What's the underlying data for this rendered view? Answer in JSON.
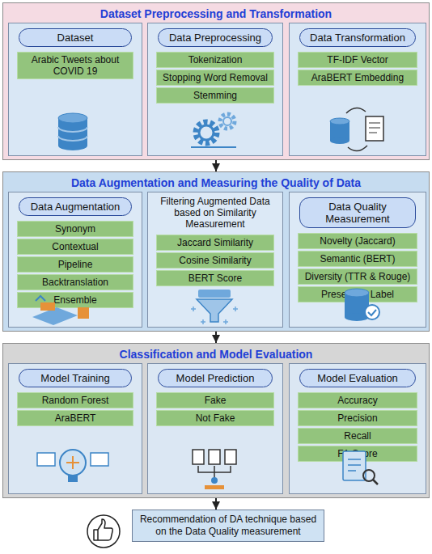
{
  "diagram": {
    "nodes": [
      {
        "text": [
          "Dataset Preprocessing and Transformation"
        ]
      },
      {
        "text": [
          "Dataset"
        ],
        "in": 0
      },
      {
        "text": [
          "Arabic Tweets about COVID 19"
        ],
        "in": 1
      },
      {
        "text": [
          "Data Preprocessing"
        ],
        "in": 0
      },
      {
        "text": [
          "Tokenization"
        ],
        "in": 3
      },
      {
        "text": [
          "Stopping Word Removal"
        ],
        "in": 3
      },
      {
        "text": [
          "Stemming"
        ],
        "in": 3
      },
      {
        "text": [
          "Data Transformation"
        ],
        "in": 0
      },
      {
        "text": [
          "TF-IDF Vector"
        ],
        "in": 7
      },
      {
        "text": [
          "AraBERT Embedding"
        ],
        "in": 7
      },
      {
        "text": [
          "Data Augmentation and Measuring the Quality of Data"
        ]
      },
      {
        "text": [
          "Data Augmentation"
        ],
        "in": 10
      },
      {
        "text": [
          "Synonym"
        ],
        "in": 11
      },
      {
        "text": [
          "Contextual"
        ],
        "in": 11
      },
      {
        "text": [
          "Pipeline"
        ],
        "in": 11
      },
      {
        "text": [
          "Backtranslation"
        ],
        "in": 11
      },
      {
        "text": [
          "Ensemble"
        ],
        "in": 11
      },
      {
        "text": [
          "Filtering Augmented Data based on Similarity Measurement"
        ],
        "in": 10
      },
      {
        "text": [
          "Jaccard Similarity"
        ],
        "in": 17
      },
      {
        "text": [
          "Cosine Similarity"
        ],
        "in": 17
      },
      {
        "text": [
          "BERT Score"
        ],
        "in": 17
      },
      {
        "text": [
          "Data Quality Measurement"
        ],
        "in": 10
      },
      {
        "text": [
          "Novelty (Jaccard)"
        ],
        "in": 21
      },
      {
        "text": [
          "Semantic (BERT)"
        ],
        "in": 21
      },
      {
        "text": [
          "Diversity (TTR & Rouge)"
        ],
        "in": 21
      },
      {
        "text": [
          "Preserving Label"
        ],
        "in": 21
      },
      {
        "text": [
          "Classification and Model Evaluation"
        ]
      },
      {
        "text": [
          "Model Training"
        ],
        "in": 26
      },
      {
        "text": [
          "Random Forest"
        ],
        "in": 27
      },
      {
        "text": [
          "AraBERT"
        ],
        "in": 27
      },
      {
        "text": [
          "Model Prediction"
        ],
        "in": 26
      },
      {
        "text": [
          "Fake"
        ],
        "in": 30
      },
      {
        "text": [
          "Not Fake"
        ],
        "in": 30
      },
      {
        "text": [
          "Model Evaluation"
        ],
        "in": 26
      },
      {
        "text": [
          "Accuracy"
        ],
        "in": 33
      },
      {
        "text": [
          "Precision"
        ],
        "in": 33
      },
      {
        "text": [
          "Recall"
        ],
        "in": 33
      },
      {
        "text": [
          "F1-Score"
        ],
        "in": 33
      },
      {
        "text": [
          "Recommendation of DA technique based on the Data Quality measurement"
        ]
      }
    ],
    "edges": [
      {
        "from": 0,
        "to": 10,
        "arrow": "to"
      },
      {
        "from": 10,
        "to": 26,
        "arrow": "to"
      },
      {
        "from": 26,
        "to": 38,
        "arrow": "to"
      }
    ]
  }
}
